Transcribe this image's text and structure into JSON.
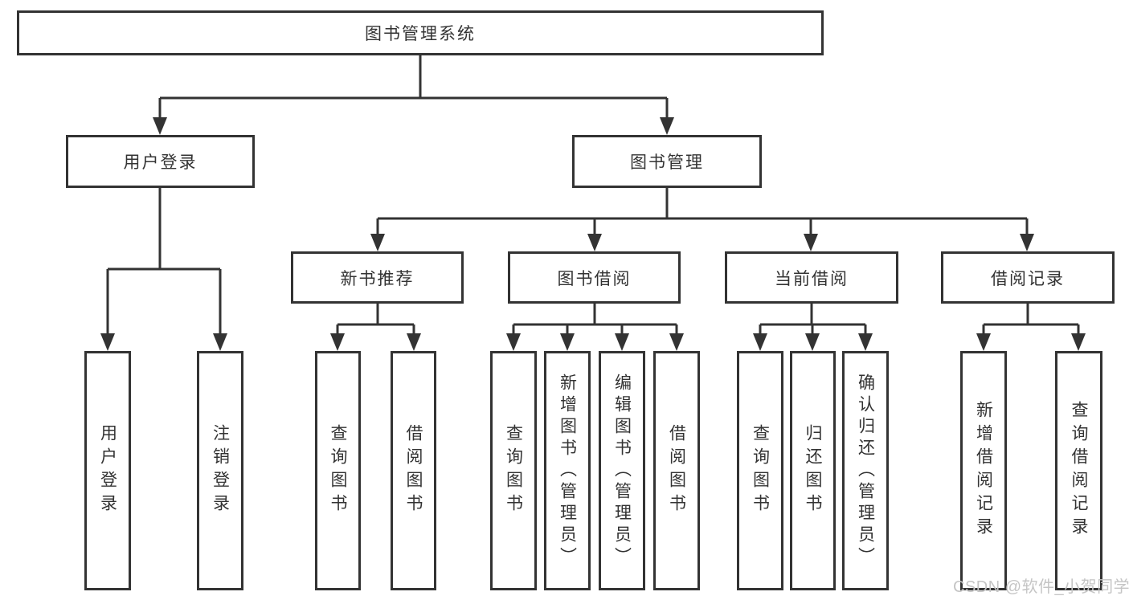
{
  "colors": {
    "line": "#333333",
    "box_border": "#333333",
    "box_fill": "#ffffff",
    "text": "#333333",
    "watermark": "#c5c5c5"
  },
  "nodes": {
    "root": {
      "label": "图书管理系统"
    },
    "user_login": {
      "label": "用户登录"
    },
    "book_mgmt": {
      "label": "图书管理"
    },
    "new_book_rec": {
      "label": "新书推荐"
    },
    "book_borrow": {
      "label": "图书借阅"
    },
    "current_borrow": {
      "label": "当前借阅"
    },
    "borrow_record": {
      "label": "借阅记录"
    },
    "ul_user_login": {
      "label": "用户登录"
    },
    "ul_logout": {
      "label": "注销登录"
    },
    "nr_query_book": {
      "label": "查询图书"
    },
    "nr_borrow_book": {
      "label": "借阅图书"
    },
    "bb_query_book": {
      "label": "查询图书"
    },
    "bb_add_book": {
      "label": "新增图书（管理员）"
    },
    "bb_edit_book": {
      "label": "编辑图书（管理员）"
    },
    "bb_borrow_book": {
      "label": "借阅图书"
    },
    "cb_query_book": {
      "label": "查询图书"
    },
    "cb_return_book": {
      "label": "归还图书"
    },
    "cb_confirm_return": {
      "label": "确认归还（管理员）"
    },
    "br_add_record": {
      "label": "新增借阅记录"
    },
    "br_query_record": {
      "label": "查询借阅记录"
    }
  },
  "hierarchy": {
    "图书管理系统": [
      "用户登录",
      "图书管理"
    ],
    "用户登录": [
      "用户登录",
      "注销登录"
    ],
    "图书管理": [
      "新书推荐",
      "图书借阅",
      "当前借阅",
      "借阅记录"
    ],
    "新书推荐": [
      "查询图书",
      "借阅图书"
    ],
    "图书借阅": [
      "查询图书",
      "新增图书（管理员）",
      "编辑图书（管理员）",
      "借阅图书"
    ],
    "当前借阅": [
      "查询图书",
      "归还图书",
      "确认归还（管理员）"
    ],
    "借阅记录": [
      "新增借阅记录",
      "查询借阅记录"
    ]
  },
  "watermark": {
    "text": "CSDN @软件_小贺同学"
  }
}
